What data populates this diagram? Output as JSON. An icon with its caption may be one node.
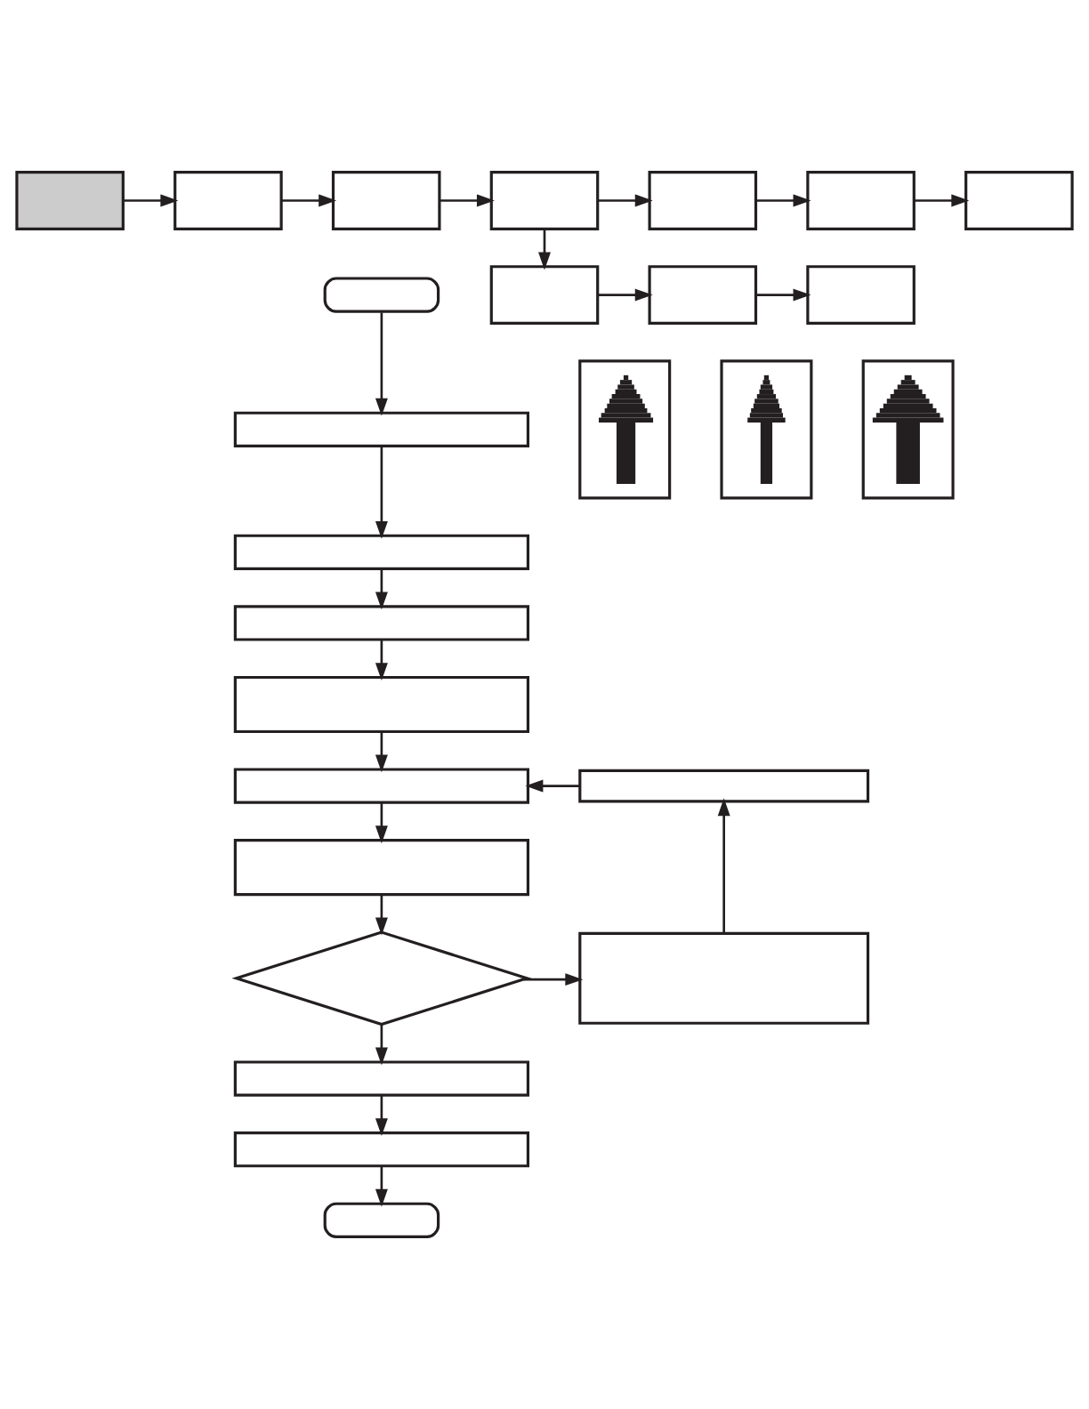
{
  "diagram": {
    "nodes": [
      {
        "text": [],
        "shape": "box"
      },
      {
        "text": [],
        "shape": "box"
      },
      {
        "text": [],
        "shape": "box"
      },
      {
        "text": [],
        "shape": "box"
      },
      {
        "text": [],
        "shape": "box"
      },
      {
        "text": [],
        "shape": "box"
      },
      {
        "text": [],
        "shape": "box"
      },
      {
        "text": [],
        "shape": "box"
      },
      {
        "text": [],
        "shape": "box"
      },
      {
        "text": [],
        "shape": "box"
      },
      {
        "text": [],
        "shape": "picture"
      },
      {
        "text": [],
        "shape": "picture"
      },
      {
        "text": [],
        "shape": "picture"
      },
      {
        "text": [],
        "shape": "oval"
      },
      {
        "text": [],
        "shape": "box"
      },
      {
        "text": [],
        "shape": "box"
      },
      {
        "text": [],
        "shape": "box"
      },
      {
        "text": [],
        "shape": "box"
      },
      {
        "text": [],
        "shape": "box"
      },
      {
        "text": [],
        "shape": "box"
      },
      {
        "text": [],
        "shape": "box"
      },
      {
        "text": [],
        "shape": "diamond"
      },
      {
        "text": [],
        "shape": "box"
      },
      {
        "text": [],
        "shape": "box"
      },
      {
        "text": [],
        "shape": "box"
      },
      {
        "text": [],
        "shape": "oval"
      }
    ],
    "edges": [
      {
        "from": 0,
        "to": 1,
        "arrow": "to"
      },
      {
        "from": 1,
        "to": 2,
        "arrow": "to"
      },
      {
        "from": 2,
        "to": 3,
        "arrow": "to"
      },
      {
        "from": 3,
        "to": 4,
        "arrow": "to"
      },
      {
        "from": 4,
        "to": 5,
        "arrow": "to"
      },
      {
        "from": 5,
        "to": 6,
        "arrow": "to"
      },
      {
        "from": 3,
        "to": 7,
        "arrow": "to"
      },
      {
        "from": 7,
        "to": 8,
        "arrow": "to"
      },
      {
        "from": 8,
        "to": 9,
        "arrow": "to"
      },
      {
        "from": 13,
        "to": 14,
        "arrow": "to"
      },
      {
        "from": 14,
        "to": 15,
        "arrow": "to"
      },
      {
        "from": 15,
        "to": 16,
        "arrow": "to"
      },
      {
        "from": 16,
        "to": 17,
        "arrow": "to"
      },
      {
        "from": 17,
        "to": 18,
        "arrow": "to"
      },
      {
        "from": 19,
        "to": 18,
        "arrow": "to"
      },
      {
        "from": 18,
        "to": 20,
        "arrow": "to"
      },
      {
        "from": 20,
        "to": 21,
        "arrow": "to"
      },
      {
        "from": 21,
        "to": 22,
        "arrow": "to"
      },
      {
        "from": 22,
        "to": 19,
        "arrow": "to"
      },
      {
        "from": 21,
        "to": 23,
        "arrow": "to"
      },
      {
        "from": 23,
        "to": 24,
        "arrow": "to"
      },
      {
        "from": 24,
        "to": 25,
        "arrow": "to"
      }
    ]
  }
}
